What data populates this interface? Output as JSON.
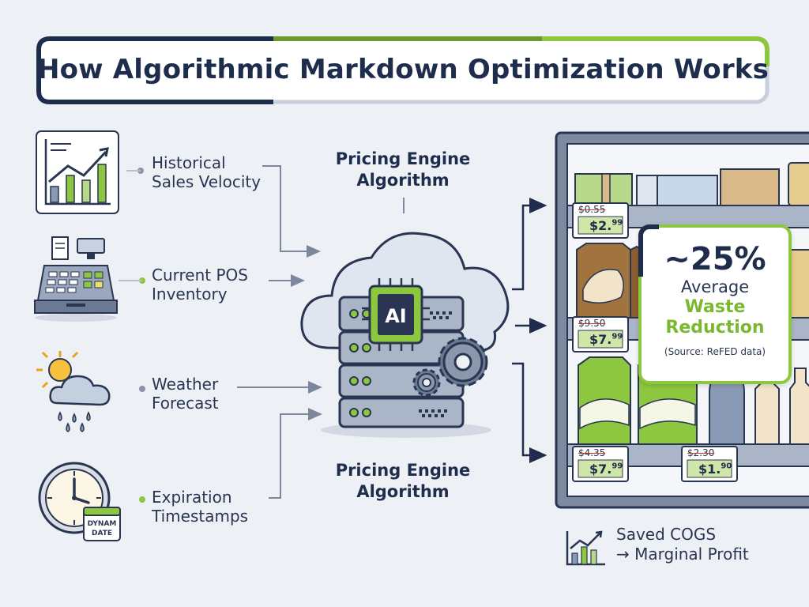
{
  "title": "How Algorithmic Markdown Optimization Works",
  "inputs": [
    {
      "line1": "Historical",
      "line2": "Sales Velocity",
      "icon": "sales-chart-icon"
    },
    {
      "line1": "Current POS",
      "line2": "Inventory",
      "icon": "cash-register-icon"
    },
    {
      "line1": "Weather",
      "line2": "Forecast",
      "icon": "weather-cloud-icon"
    },
    {
      "line1": "Expiration",
      "line2": "Timestamps",
      "icon": "clock-calendar-icon"
    }
  ],
  "calendar_text": {
    "line1": "DYNAM",
    "line2": "DATE"
  },
  "engine": {
    "top_line1": "Pricing Engine",
    "top_line2": "Algorithm",
    "bottom_line1": "Pricing Engine",
    "bottom_line2": "Algorithm",
    "chip": "AI"
  },
  "price_tags": [
    {
      "old": "$0.55",
      "new": "$2.",
      "cents": "99"
    },
    {
      "old": "$9.50",
      "new": "$7.",
      "cents": "99"
    },
    {
      "old": "$4.35",
      "new": "$7.",
      "cents": "99"
    },
    {
      "old": "$2.30",
      "new": "$1.",
      "cents": "90"
    }
  ],
  "stat": {
    "value": "~25%",
    "line1": "Average",
    "line2": "Waste",
    "line3": "Reduction",
    "source": "(Source: ReFED data)"
  },
  "bottom_note": {
    "line1": "Saved COGS",
    "line2": "→ Marginal Profit"
  },
  "colors": {
    "navy": "#1f2d4d",
    "green": "#8dc63f",
    "background": "#edf1f6"
  }
}
